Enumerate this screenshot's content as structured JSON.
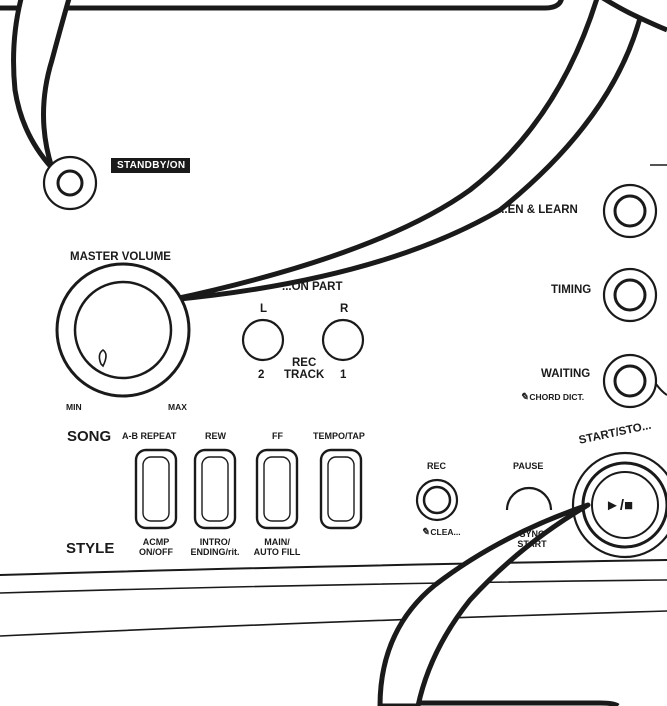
{
  "standby": {
    "label": "STANDBY/ON"
  },
  "master_volume": {
    "label": "MASTER VOLUME",
    "min_label": "MIN",
    "max_label": "MAX"
  },
  "lesson": {
    "part_label": "...ON PART",
    "left_label": "L",
    "right_label": "R",
    "rec_track_label_1": "REC",
    "rec_track_label_2": "TRACK",
    "track_left_number": "2",
    "track_right_number": "1"
  },
  "right_column": {
    "listen_learn_label": "...EN & LEARN",
    "timing_label": "TIMING",
    "waiting_label": "WAITING",
    "chord_dict_label": "CHORD DICT."
  },
  "transport": {
    "song_label": "SONG",
    "style_label": "STYLE",
    "buttons": [
      {
        "top_label": "A-B REPEAT",
        "bottom_label_1": "ACMP",
        "bottom_label_2": "ON/OFF"
      },
      {
        "top_label": "REW",
        "bottom_label_1": "INTRO/",
        "bottom_label_2": "ENDING/rit."
      },
      {
        "top_label": "FF",
        "bottom_label_1": "MAIN/",
        "bottom_label_2": "AUTO FILL"
      },
      {
        "top_label": "TEMPO/TAP",
        "bottom_label_1": "",
        "bottom_label_2": ""
      }
    ],
    "rec_label": "REC",
    "clear_label": "CLEA...",
    "pause_label": "PAUSE",
    "sync_start_label_1": "SYNC",
    "sync_start_label_2": "START",
    "start_stop_label": "START/STO...",
    "start_stop_symbol": "►/■"
  }
}
